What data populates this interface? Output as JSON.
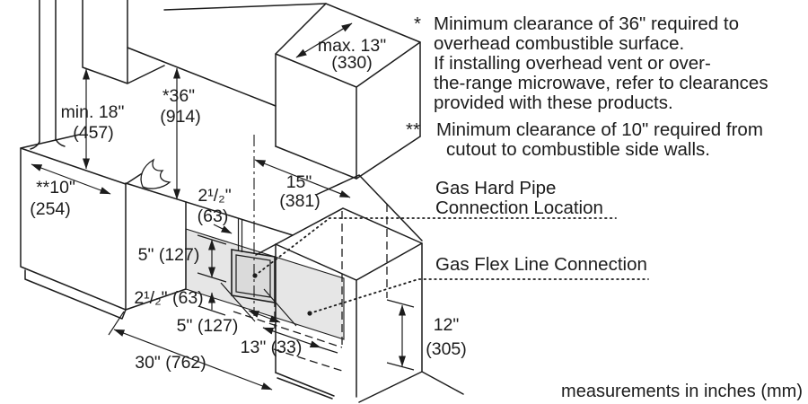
{
  "notes": {
    "overhead": {
      "marker": "*",
      "lines": [
        "Minimum clearance of 36\" required to",
        "overhead combustible surface.",
        "If installing overhead vent or over-",
        "the-range microwave, refer to clearances",
        "provided with these products."
      ]
    },
    "side": {
      "marker": "**",
      "lines": [
        "Minimum clearance of 10\" required from",
        "cutout to combustible side walls."
      ]
    }
  },
  "callouts": {
    "hard_pipe_line1": "Gas Hard Pipe",
    "hard_pipe_line2": "Connection Location",
    "flex_line": "Gas Flex Line Connection"
  },
  "dimensions": {
    "overhead_cabinet_depth": {
      "value": "max. 13\"",
      "mm": "(330)"
    },
    "upper_cabinet_clearance": {
      "value": "min. 18\"",
      "mm": "(457)"
    },
    "overhead_clearance": {
      "value": "*36\"",
      "mm": "(914)"
    },
    "side_wall_clearance": {
      "value": "**10\"",
      "mm": "(254)"
    },
    "centerline_to_pipe": {
      "value": "2¹/₂\"",
      "mm": "(63)"
    },
    "wall_to_cabinet": {
      "value": "15\"",
      "mm": "(381)"
    },
    "cutout_height": {
      "value": "5\" (127)"
    },
    "cutout_bottom_offset": {
      "value": "2¹/₂\" (63)"
    },
    "cutout_width": {
      "value": "5\" (127)"
    },
    "cutout_to_side": {
      "value": "13\" (33)"
    },
    "opening_width": {
      "value": "30\" (762)"
    },
    "connection_height": {
      "value": "12\"",
      "mm": "(305)"
    }
  },
  "footer": {
    "units_note": "measurements in inches (mm)"
  }
}
